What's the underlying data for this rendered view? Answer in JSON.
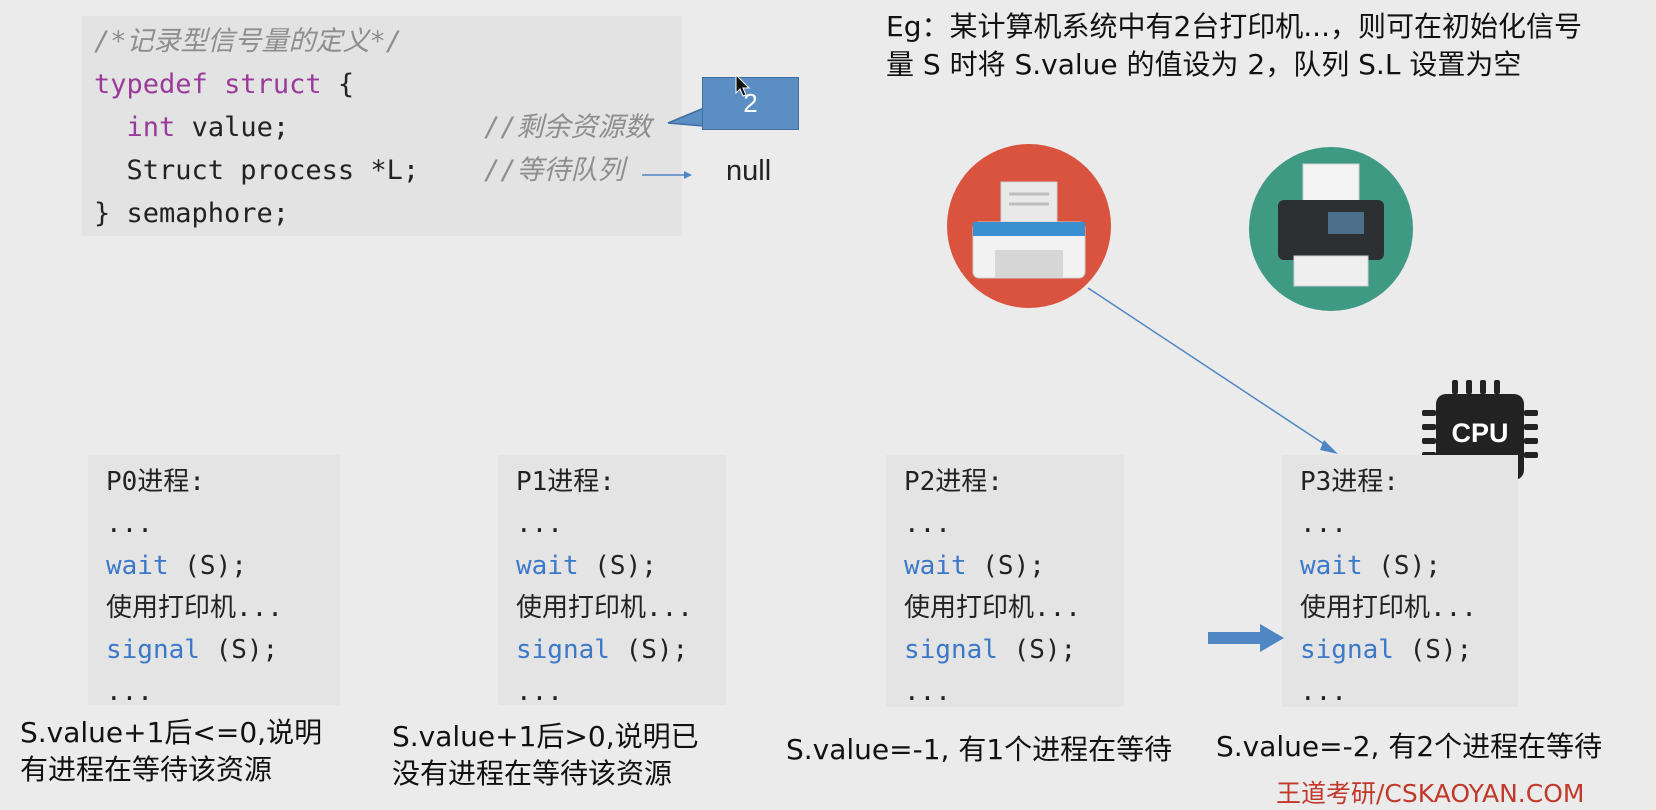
{
  "struct_code": {
    "comment_title": "/*记录型信号量的定义*/",
    "kw_typedef": "typedef",
    "kw_struct": "struct",
    "brace_open": "{",
    "kw_int": "int",
    "value_decl": "value;",
    "comment_value": "//剩余资源数",
    "process_decl": "Struct process *L;",
    "comment_queue": "//等待队列",
    "closing": "} semaphore;"
  },
  "value_box": {
    "value": "2",
    "color": "#5b8fc4"
  },
  "null_label": "null",
  "example_text": "Eg：某计算机系统中有2台打印机...，则可在初始化信号量 S 时将 S.value 的值设为 2，队列 S.L 设置为空",
  "cpu_label": "CPU",
  "processes": [
    {
      "title": "P0进程:",
      "dots1": "...",
      "wait_kw": "wait",
      "wait_arg": " (S);",
      "use": "使用打印机...",
      "signal_kw": "signal",
      "signal_arg": " (S);",
      "dots2": "..."
    },
    {
      "title": "P1进程:",
      "dots1": "...",
      "wait_kw": "wait",
      "wait_arg": " (S);",
      "use": "使用打印机...",
      "signal_kw": "signal",
      "signal_arg": " (S);",
      "dots2": "..."
    },
    {
      "title": "P2进程:",
      "dots1": "...",
      "wait_kw": "wait",
      "wait_arg": " (S);",
      "use": "使用打印机...",
      "signal_kw": "signal",
      "signal_arg": " (S);",
      "dots2": "..."
    },
    {
      "title": "P3进程:",
      "dots1": "...",
      "wait_kw": "wait",
      "wait_arg": " (S);",
      "use": "使用打印机...",
      "signal_kw": "signal",
      "signal_arg": " (S);",
      "dots2": "..."
    }
  ],
  "notes": {
    "p0_line1": "S.value+1后<=0,说明",
    "p0_line2": "有进程在等待该资源",
    "p1_line1": "S.value+1后>0,说明已",
    "p1_line2": "没有进程在等待该资源",
    "p2": "S.value=-1, 有1个进程在等待",
    "p3": "S.value=-2, 有2个进程在等待"
  },
  "watermark": "王道考研/CSKAOYAN.COM",
  "colors": {
    "printer1_bg": "#d9533f",
    "printer2_bg": "#3f9a84",
    "arrow_blue": "#4e87c4",
    "keyword_blue": "#3b78c8",
    "watermark_red": "#c0392b"
  }
}
